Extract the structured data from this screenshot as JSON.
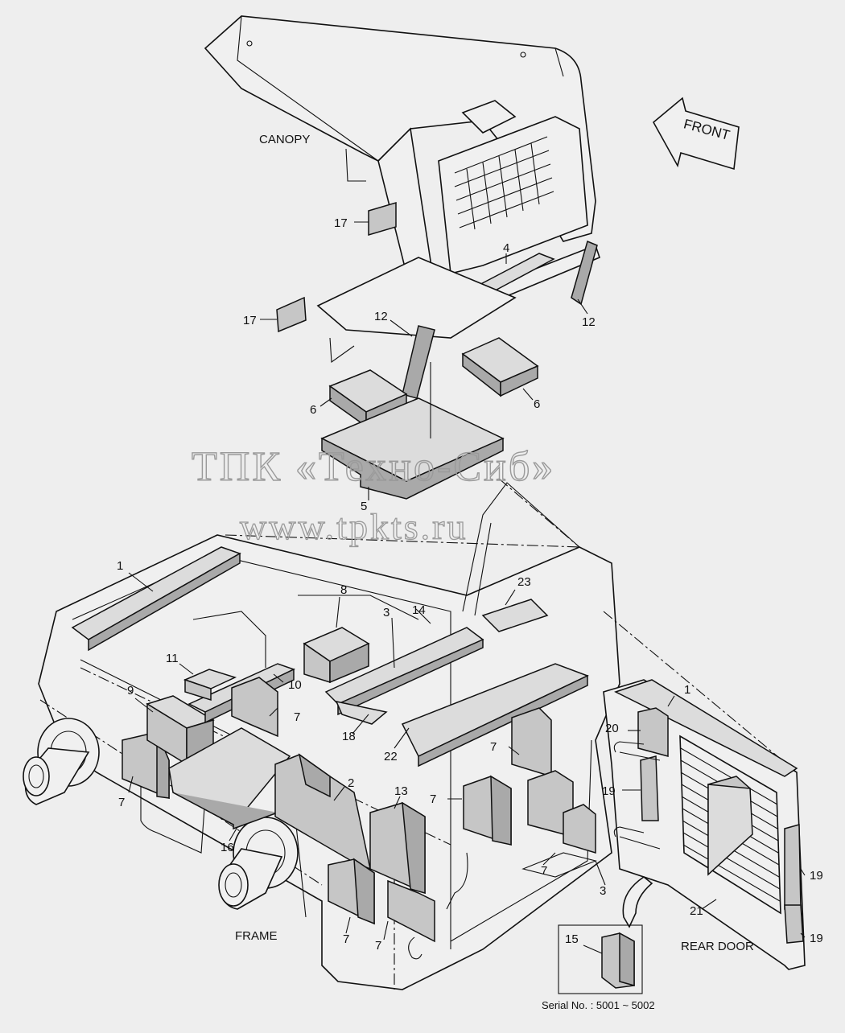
{
  "labels": {
    "canopy": "CANOPY",
    "frame": "FRAME",
    "rear_door": "REAR DOOR",
    "front": "FRONT",
    "serial": "Serial No. : 5001 ~ 5002"
  },
  "watermark": {
    "line1": "ТПК «Техно-Сиб»",
    "line2": "www.tpkts.ru"
  },
  "callouts": {
    "c1a": "1",
    "c1b": "1",
    "c2": "2",
    "c3a": "3",
    "c3b": "3",
    "c4": "4",
    "c5": "5",
    "c6a": "6",
    "c6b": "6",
    "c7a": "7",
    "c7b": "7",
    "c7c": "7",
    "c7d": "7",
    "c7e": "7",
    "c7f": "7",
    "c7g": "7",
    "c8": "8",
    "c9": "9",
    "c10": "10",
    "c11": "11",
    "c12a": "12",
    "c12b": "12",
    "c13": "13",
    "c14": "14",
    "c15": "15",
    "c16": "16",
    "c17a": "17",
    "c17b": "17",
    "c18": "18",
    "c19a": "19",
    "c19b": "19",
    "c19c": "19",
    "c20": "20",
    "c21": "21",
    "c22": "22",
    "c23": "23"
  }
}
